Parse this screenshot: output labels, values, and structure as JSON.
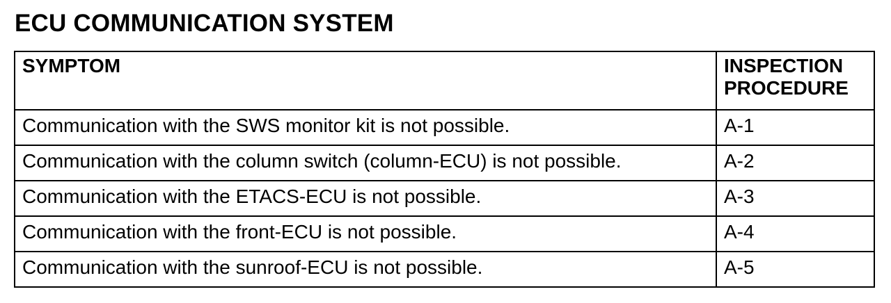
{
  "title": "ECU COMMUNICATION SYSTEM",
  "table": {
    "headers": {
      "symptom": "SYMPTOM",
      "procedure_line1": "INSPECTION",
      "procedure_line2": "PROCEDURE"
    },
    "rows": [
      {
        "symptom": "Communication with the SWS monitor kit is not possible.",
        "procedure": "A-1"
      },
      {
        "symptom": "Communication with the column switch (column-ECU) is not possible.",
        "procedure": "A-2"
      },
      {
        "symptom": "Communication with the ETACS-ECU is not possible.",
        "procedure": "A-3"
      },
      {
        "symptom": "Communication with the front-ECU is not possible.",
        "procedure": "A-4"
      },
      {
        "symptom": "Communication with the sunroof-ECU is not possible.",
        "procedure": "A-5"
      }
    ]
  }
}
